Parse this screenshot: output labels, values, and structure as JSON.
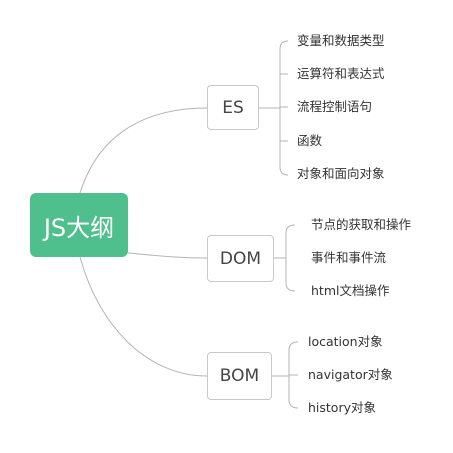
{
  "root": {
    "label": "JS大纲"
  },
  "branches": [
    {
      "label": "ES",
      "children": [
        "变量和数据类型",
        "运算符和表达式",
        "流程控制语句",
        "函数",
        "对象和面向对象"
      ]
    },
    {
      "label": "DOM",
      "children": [
        "节点的获取和操作",
        "事件和事件流",
        "html文档操作"
      ]
    },
    {
      "label": "BOM",
      "children": [
        "location对象",
        "navigator对象",
        "history对象"
      ]
    }
  ],
  "colors": {
    "root_fill": "#4fc08d",
    "root_text": "#ffffff",
    "connector": "#b4b4b4",
    "branch_border": "#c8c8c8"
  }
}
